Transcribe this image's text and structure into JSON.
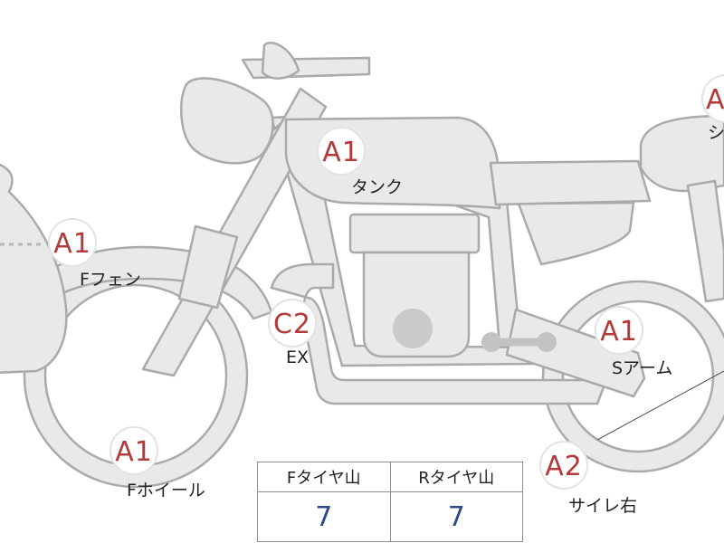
{
  "diagram": {
    "colors": {
      "part_fill": "#e9eae8",
      "part_stroke": "#a9aba8",
      "grade": "#b23a3a",
      "tire_value": "#2f4a8c"
    },
    "parts": [
      {
        "id": "tank",
        "grade": "A1",
        "label": "タンク"
      },
      {
        "id": "f-fender",
        "grade": "A1",
        "label": "Fフェン"
      },
      {
        "id": "exhaust",
        "grade": "C2",
        "label": "EX"
      },
      {
        "id": "swing-arm",
        "grade": "A1",
        "label": "Sアーム"
      },
      {
        "id": "f-wheel",
        "grade": "A1",
        "label": "Fホイール"
      },
      {
        "id": "muffler-right",
        "grade": "A2",
        "label": "サイレ右"
      },
      {
        "id": "seat",
        "grade": "A",
        "label": "シ"
      }
    ]
  },
  "tire_tread": {
    "headers": [
      "Fタイヤ山",
      "Rタイヤ山"
    ],
    "values": [
      "7",
      "7"
    ]
  }
}
